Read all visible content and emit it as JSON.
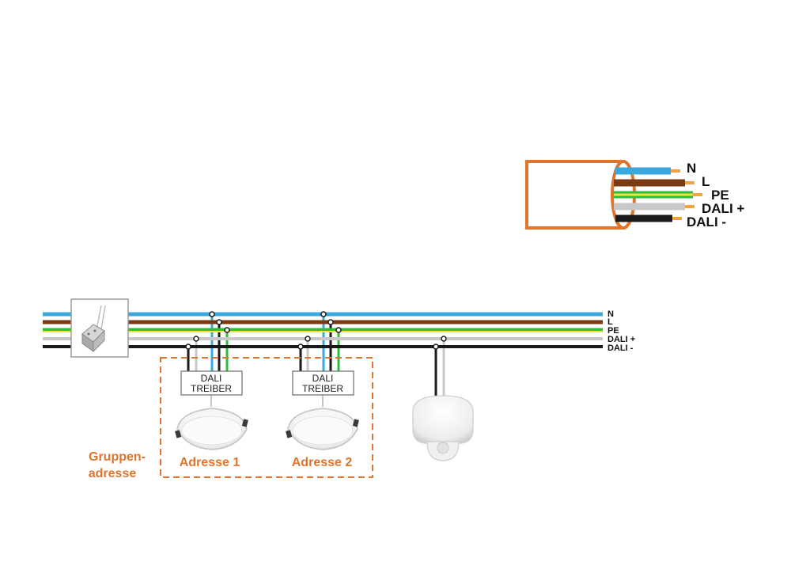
{
  "colors": {
    "N": "#3aa8dc",
    "L": "#7a3b14",
    "PE": "#2ebd3a",
    "PE_stripe": "#f2e23a",
    "DALI_plus": "#c8c8c8",
    "DALI_minus": "#1a1a1a",
    "accent": "#e0742c",
    "tip": "#f2a43a"
  },
  "cable": {
    "labels": [
      "N",
      "L",
      "PE",
      "DALI +",
      "DALI -"
    ]
  },
  "bus": {
    "labels": [
      "N",
      "L",
      "PE",
      "DALI +",
      "DALI -"
    ]
  },
  "drivers": [
    {
      "line1": "DALI",
      "line2": "TREIBER"
    },
    {
      "line1": "DALI",
      "line2": "TREIBER"
    }
  ],
  "lamps": [
    {
      "address": "Adresse 1"
    },
    {
      "address": "Adresse 2"
    }
  ],
  "group": {
    "line1": "Gruppen-",
    "line2": "adresse"
  },
  "icons": {
    "controller": "dali-controller-icon",
    "lamp": "downlight-icon",
    "sensor": "motion-sensor-icon"
  }
}
